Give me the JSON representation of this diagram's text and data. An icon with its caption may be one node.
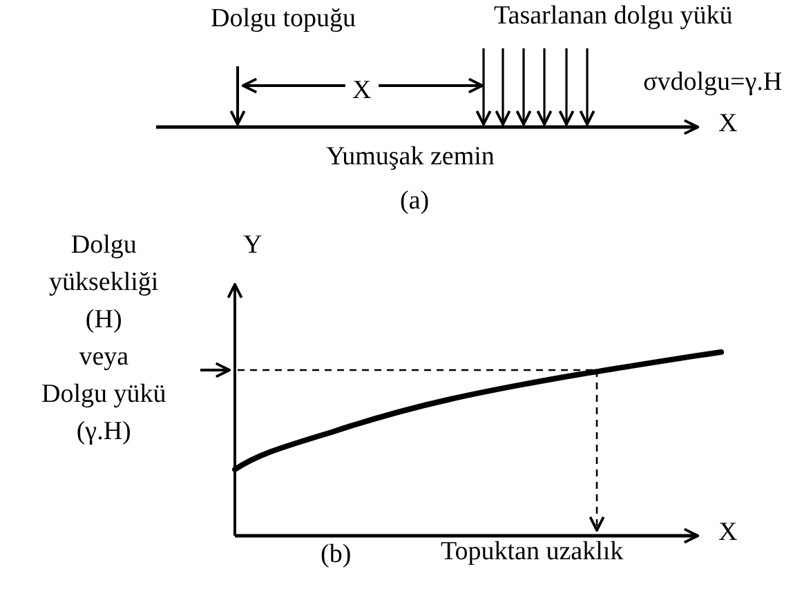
{
  "diagram": {
    "labels": [
      "Dolgu topuğu",
      "Tasarlanan dolgu yükü",
      "X",
      "σvdolgu=γ.H",
      "X",
      "Yumuşak zemin",
      "(a)",
      "Dolgu yüksekliği (H) veya Dolgu yükü (γ.H)",
      "Y",
      "X",
      "(b)",
      "Topuktan uzaklık"
    ]
  }
}
